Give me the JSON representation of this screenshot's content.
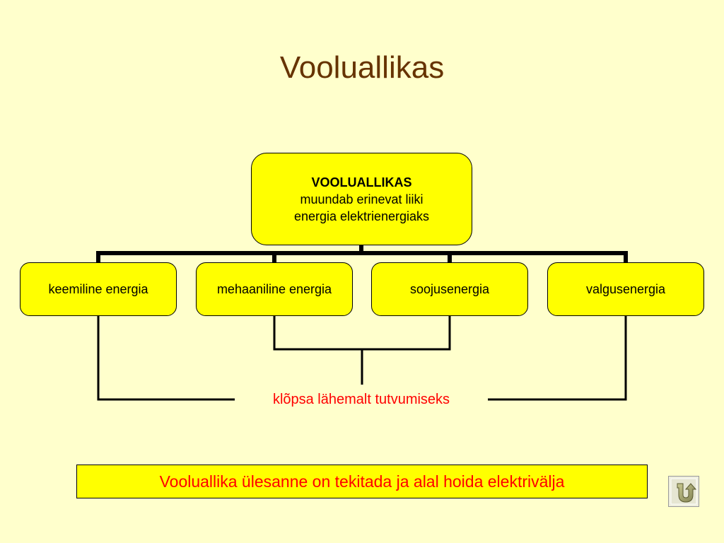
{
  "title": "Vooluallikas",
  "root": {
    "heading": "VOOLUALLIKAS",
    "line1": "muundab erinevat liiki",
    "line2": "energia elektrienergiaks"
  },
  "children": [
    {
      "label": "keemiline energia"
    },
    {
      "label": "mehaaniline energia"
    },
    {
      "label": "soojusenergia"
    },
    {
      "label": "valgusenergia"
    }
  ],
  "hint": "klõpsa lähemalt tutvumiseks",
  "banner": "Vooluallika ülesanne on tekitada ja alal hoida elektrivälja",
  "colors": {
    "background": "#FFFFCC",
    "box_fill": "#FFFF00",
    "title": "#663300",
    "accent_text": "#FF0000"
  },
  "icons": {
    "return": "u-turn-return-icon"
  }
}
